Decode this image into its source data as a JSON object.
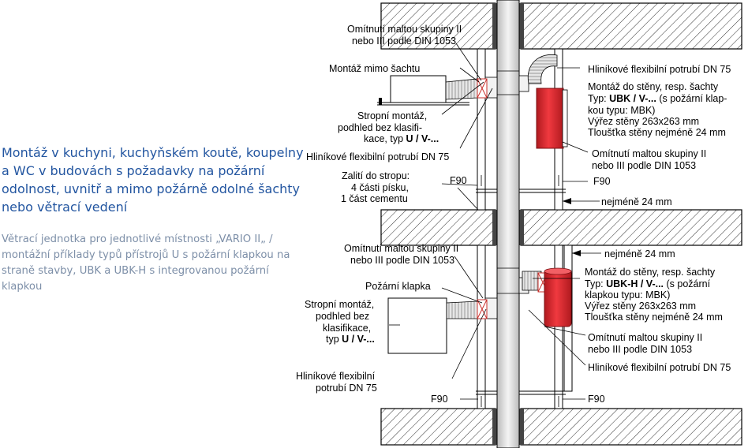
{
  "description": {
    "title": "Montáž v kuchyni, kuchyňském koutě, koupelny a WC v budovách s požadavky na požární odolnost, uvnitř a mimo požárně odolné šachty nebo větrací vedení",
    "subtitle": "Větrací jednotka pro jednotlivé místnosti „VARIO II„ / montážní příklady typů přístrojů U s požární klapkou na straně stavby, UBK  a UBK-H s integrovanou požární klapkou"
  },
  "labels": {
    "mortar_top_1": "Omítnutí maltou skupiny II",
    "mortar_top_2": "nebo III  podle DIN 1053",
    "mount_outside": "Montáž mimo šachtu",
    "ceiling_top_1": "Stropní montáž,",
    "ceiling_top_2": "podhled bez klasifi-",
    "ceiling_top_3": "kace, typ",
    "ceiling_top_bold": "U / V-...",
    "flex_top_left": "Hliníkové flexibilní potrubí DN 75",
    "flex_top_right": "Hliníkové flexibilní potrubí DN 75",
    "wall_top_1": "Montáž do stěny, resp. šachty",
    "wall_top_2a": "Typ:",
    "wall_top_2b": "UBK / V-...",
    "wall_top_2c": "(s požární klap-",
    "wall_top_3": "kou typu: MBK)",
    "wall_top_4": "Výřez stěny 263x263 mm",
    "wall_top_5": "Tloušťka stěny nejméně 24 mm",
    "mortar_right_1": "Omítnutí maltou skupiny II",
    "mortar_right_2": "nebo III  podle DIN 1053",
    "f90_top_left": "F90",
    "f90_top_right": "F90",
    "fill_1": "Zalití do stropu:",
    "fill_2": "4  části písku,",
    "fill_3": "1  část cementu",
    "min_24_a": "nejméně 24 mm",
    "min_24_b": "nejméně 24 mm",
    "mortar_mid_1": "Omítnutí maltou skupiny II",
    "mortar_mid_2": "nebo III  podle DIN 1053",
    "fire_damper": "Požární klapka",
    "ceiling_bot_1": "Stropní montáž,",
    "ceiling_bot_2": "podhled bez",
    "ceiling_bot_3": "klasifikace,",
    "ceiling_bot_4": "typ",
    "ceiling_bot_bold": "U / V-...",
    "wall_bot_1": "Montáž do stěny, resp. šachty",
    "wall_bot_2a": "Typ:",
    "wall_bot_2b": "UBK-H / V-...",
    "wall_bot_2c": "(s požární",
    "wall_bot_3": "klapkou typu: MBK)",
    "wall_bot_4": "Výřez stěny 263x263 mm",
    "wall_bot_5": "Tloušťka stěny nejméně 24 mm",
    "mortar_bot_1": "Omítnutí maltou skupiny II",
    "mortar_bot_2": "nebo III  podle DIN 1053",
    "flex_bot_right": "Hliníkové flexibilní potrubí DN 75",
    "flex_bot_left_1": "Hliníkové flexibilní",
    "flex_bot_left_2": "potrubí DN 75",
    "f90_bot_left": "F90",
    "f90_bot_right": "F90"
  },
  "colors": {
    "title": "#2255a0",
    "subtitle": "#7d8fa8",
    "unit_red": "#e0212a",
    "damper": "#c9302c"
  }
}
